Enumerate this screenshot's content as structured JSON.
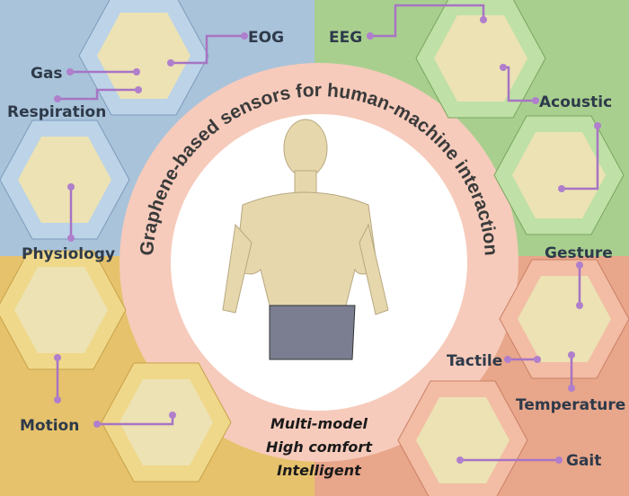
{
  "title": "Graphene-based sensors for human-machine interaction",
  "labels": {
    "eog": "EOG",
    "gas": "Gas",
    "respiration": "Respiration",
    "physiology": "Physiology",
    "eeg": "EEG",
    "acoustic": "Acoustic",
    "gesture": "Gesture",
    "tactile": "Tactile",
    "temperature": "Temperature",
    "gait": "Gait",
    "motion": "Motion"
  },
  "features": [
    "Multi-model",
    "High comfort",
    "Intelligent"
  ],
  "colors": {
    "quadrant_top_left": "#a9c3da",
    "quadrant_top_right": "#a9cf8f",
    "quadrant_bottom_left": "#e6c26c",
    "quadrant_bottom_right": "#e8a68a",
    "ring": "#f6cbbb",
    "connector": "#a774c4",
    "skin": "#ecdcae"
  }
}
